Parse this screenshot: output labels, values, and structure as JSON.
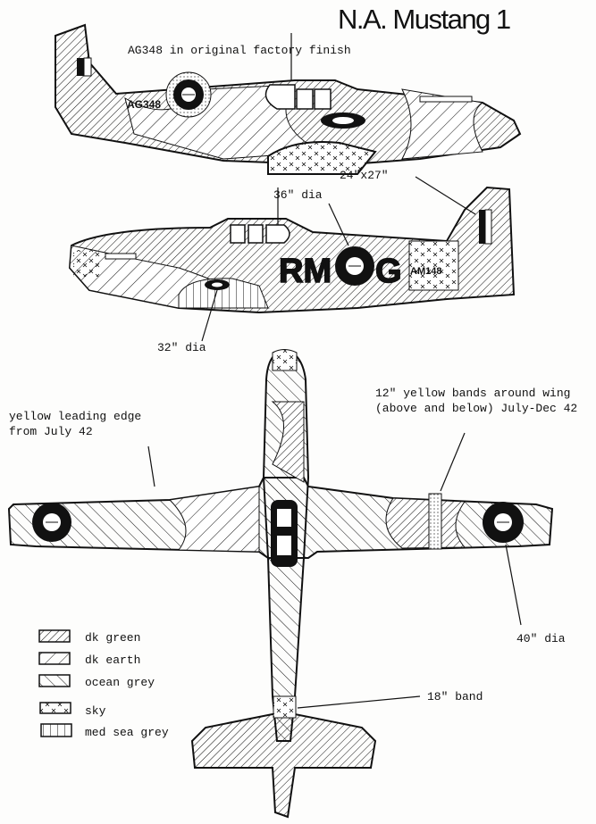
{
  "title": "N.A. Mustang 1",
  "side_view_1": {
    "caption": "AG348 in original factory finish",
    "serial": "AG348"
  },
  "side_view_2": {
    "code_left": "RM",
    "code_right": "G",
    "serial": "AM148",
    "annotations": {
      "fuselage_roundel": "36\" dia",
      "fin_flash": "24\"x27\"",
      "wing_roundel": "32\" dia"
    }
  },
  "plan_view": {
    "annotations": {
      "leading_edge_line1": "yellow leading edge",
      "leading_edge_line2": "from July 42",
      "bands_line1": "12\" yellow bands around wing",
      "bands_line2": "(above and below) July-Dec 42",
      "wing_roundel": "40\" dia",
      "fuselage_band": "18\" band"
    }
  },
  "legend": {
    "items": [
      {
        "pattern": "dense-back-hatch",
        "label": "dk green"
      },
      {
        "pattern": "wide-back-hatch",
        "label": "dk earth"
      },
      {
        "pattern": "forward-hatch",
        "label": "ocean grey"
      },
      {
        "pattern": "crosses",
        "label": "sky"
      },
      {
        "pattern": "vertical-lines",
        "label": "med sea grey"
      }
    ]
  }
}
